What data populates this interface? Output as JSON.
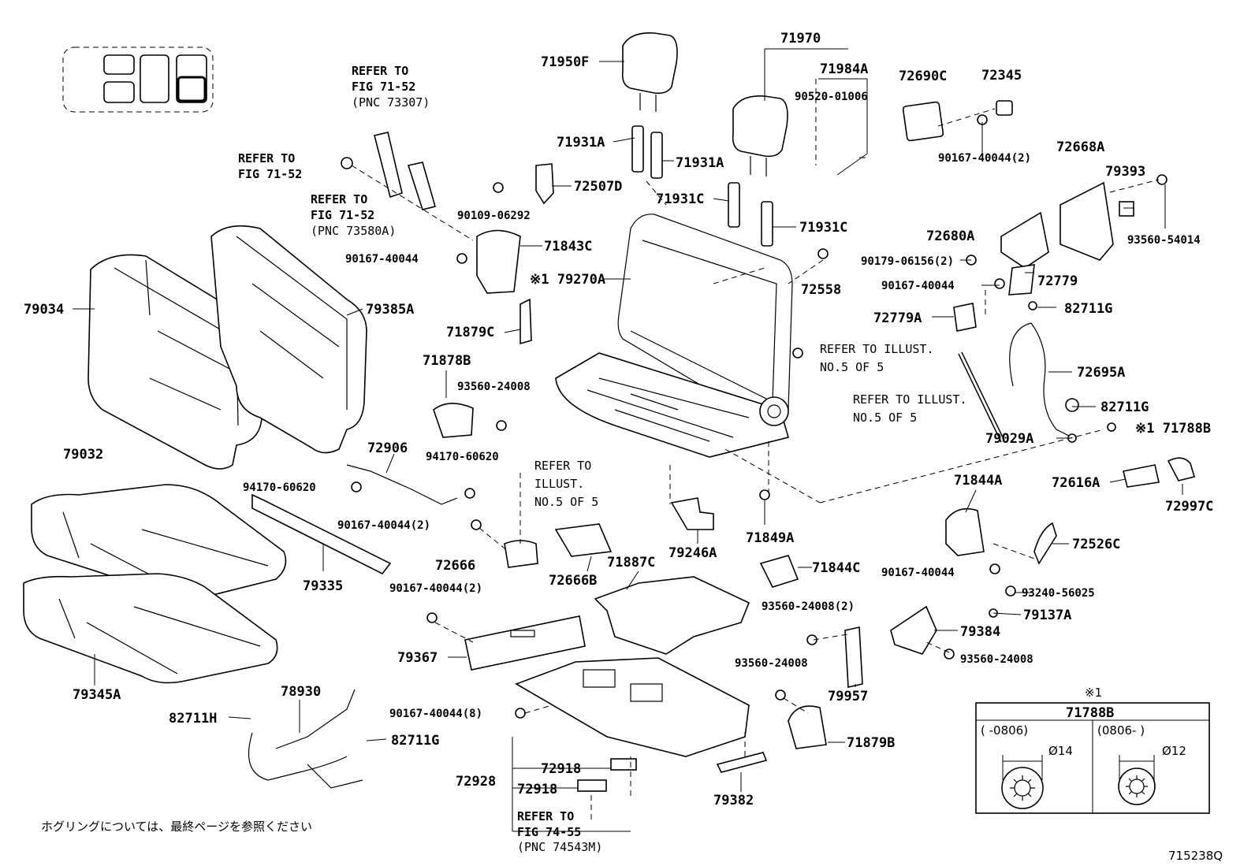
{
  "callouts": [
    {
      "id": "71950F",
      "text": "71950F"
    },
    {
      "id": "71970",
      "text": "71970"
    },
    {
      "id": "71984A",
      "text": "71984A"
    },
    {
      "id": "90520-01006",
      "text": "90520-01006"
    },
    {
      "id": "72690C",
      "text": "72690C"
    },
    {
      "id": "72345",
      "text": "72345"
    },
    {
      "id": "90167-40044-2a",
      "text": "90167-40044(2)"
    },
    {
      "id": "72668A",
      "text": "72668A"
    },
    {
      "id": "79393",
      "text": "79393"
    },
    {
      "id": "93560-54014",
      "text": "93560-54014"
    },
    {
      "id": "71931A-1",
      "text": "71931A"
    },
    {
      "id": "71931A-2",
      "text": "71931A"
    },
    {
      "id": "72507D",
      "text": "72507D"
    },
    {
      "id": "90109-06292",
      "text": "90109-06292"
    },
    {
      "id": "71931C-1",
      "text": "71931C"
    },
    {
      "id": "71931C-2",
      "text": "71931C"
    },
    {
      "id": "72680A",
      "text": "72680A"
    },
    {
      "id": "90179-06156",
      "text": "90179-06156(2)"
    },
    {
      "id": "90167-40044-a",
      "text": "90167-40044"
    },
    {
      "id": "71843C",
      "text": "71843C"
    },
    {
      "id": "79270A",
      "text": "※1 79270A"
    },
    {
      "id": "72558",
      "text": "72558"
    },
    {
      "id": "90167-40044-b",
      "text": "90167-40044"
    },
    {
      "id": "72779",
      "text": "72779"
    },
    {
      "id": "72779A",
      "text": "72779A"
    },
    {
      "id": "82711G-1",
      "text": "82711G"
    },
    {
      "id": "79034",
      "text": "79034"
    },
    {
      "id": "79385A",
      "text": "79385A"
    },
    {
      "id": "71879C",
      "text": "71879C"
    },
    {
      "id": "71878B",
      "text": "71878B"
    },
    {
      "id": "93560-24008-a",
      "text": "93560-24008"
    },
    {
      "id": "72695A",
      "text": "72695A"
    },
    {
      "id": "82711G-2",
      "text": "82711G"
    },
    {
      "id": "79029A",
      "text": "79029A"
    },
    {
      "id": "71788B-mark",
      "text": "※1 71788B"
    },
    {
      "id": "79032",
      "text": "79032"
    },
    {
      "id": "72906",
      "text": "72906"
    },
    {
      "id": "94170-60620-a",
      "text": "94170-60620"
    },
    {
      "id": "94170-60620-b",
      "text": "94170-60620"
    },
    {
      "id": "71844A",
      "text": "71844A"
    },
    {
      "id": "72616A",
      "text": "72616A"
    },
    {
      "id": "72997C",
      "text": "72997C"
    },
    {
      "id": "90167-40044-2b",
      "text": "90167-40044(2)"
    },
    {
      "id": "72666",
      "text": "72666"
    },
    {
      "id": "72666B",
      "text": "72666B"
    },
    {
      "id": "79246A",
      "text": "79246A"
    },
    {
      "id": "71849A",
      "text": "71849A"
    },
    {
      "id": "72526C",
      "text": "72526C"
    },
    {
      "id": "79335",
      "text": "79335"
    },
    {
      "id": "71887C",
      "text": "71887C"
    },
    {
      "id": "71844C",
      "text": "71844C"
    },
    {
      "id": "90167-40044-c",
      "text": "90167-40044"
    },
    {
      "id": "93240-56025",
      "text": "93240-56025"
    },
    {
      "id": "90167-40044-2c",
      "text": "90167-40044(2)"
    },
    {
      "id": "93560-24008-2",
      "text": "93560-24008(2)"
    },
    {
      "id": "79137A",
      "text": "79137A"
    },
    {
      "id": "79384",
      "text": "79384"
    },
    {
      "id": "79367",
      "text": "79367"
    },
    {
      "id": "93560-24008-b",
      "text": "93560-24008"
    },
    {
      "id": "93560-24008-c",
      "text": "93560-24008"
    },
    {
      "id": "79957",
      "text": "79957"
    },
    {
      "id": "79345A",
      "text": "79345A"
    },
    {
      "id": "78930",
      "text": "78930"
    },
    {
      "id": "82711H",
      "text": "82711H"
    },
    {
      "id": "82711G-3",
      "text": "82711G"
    },
    {
      "id": "90167-40044-8",
      "text": "90167-40044(8)"
    },
    {
      "id": "71879B",
      "text": "71879B"
    },
    {
      "id": "72918-1",
      "text": "72918"
    },
    {
      "id": "72928",
      "text": "72928"
    },
    {
      "id": "72918-2",
      "text": "72918"
    },
    {
      "id": "79382",
      "text": "79382"
    }
  ],
  "notes": {
    "refer_top_1": "REFER TO",
    "refer_top_2": "FIG 71-52",
    "refer_top_3": "(PNC 73307)",
    "refer_left_1": "REFER TO",
    "refer_left_2": "FIG 71-52",
    "refer_mid_1": "REFER TO",
    "refer_mid_2": "FIG 71-52",
    "refer_mid_3": "(PNC 73580A)",
    "illust_a_1": "REFER TO ILLUST.",
    "illust_a_2": "NO.5 OF 5",
    "illust_b_1": "REFER TO ILLUST.",
    "illust_b_2": "NO.5 OF 5",
    "illust_c_1": "REFER TO",
    "illust_c_2": "ILLUST.",
    "illust_c_3": "NO.5 OF 5",
    "refer_bottom_1": "REFER TO",
    "refer_bottom_2": "FIG 74-55",
    "refer_bottom_3": "(PNC 74543M)",
    "japanese_note": "ホグリングについては、最終ページを参照ください",
    "figure_code": "715238Q"
  },
  "legend": {
    "mark": "※1",
    "part": "71788B",
    "col1_range": "(      -0806)",
    "col2_range": "(0806-      )",
    "col1_dia": "Ø14",
    "col2_dia": "Ø12"
  }
}
